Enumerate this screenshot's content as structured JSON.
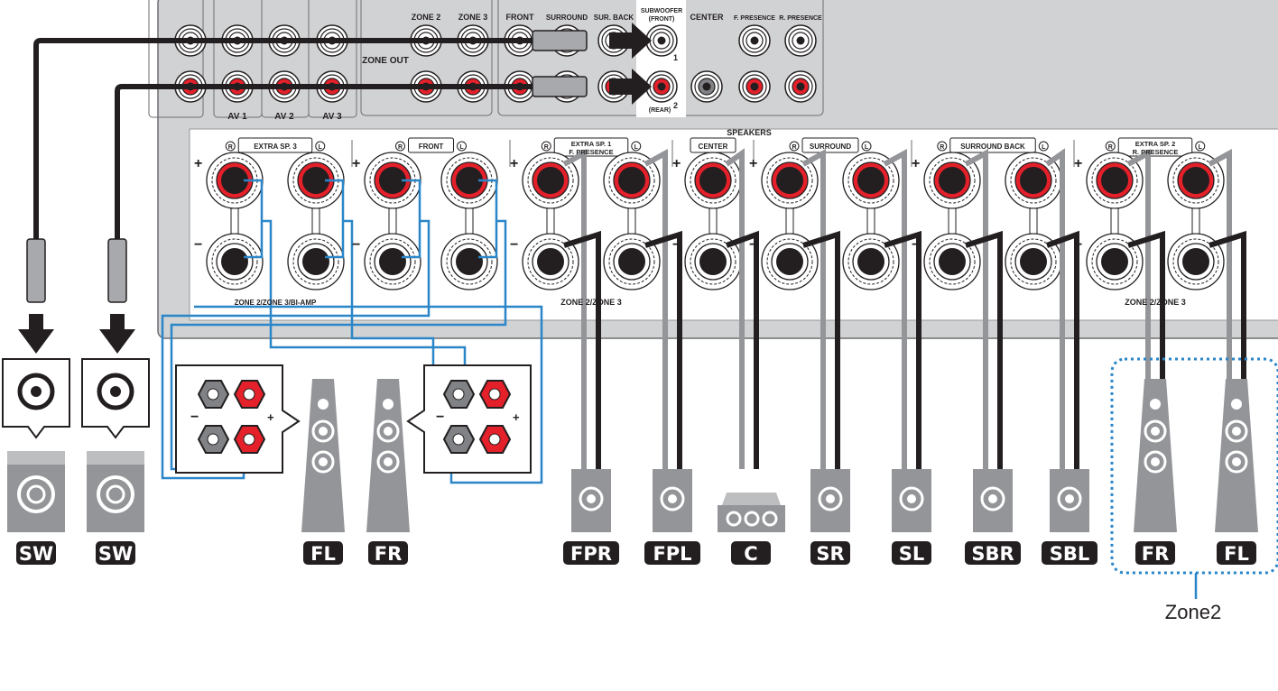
{
  "inputs": {
    "groups": [
      "AV 1",
      "AV 2",
      "AV 3"
    ],
    "zone_out": "ZONE OUT",
    "zone_out_jacks": [
      "ZONE 2",
      "ZONE 3"
    ],
    "pre_out_jacks": [
      "FRONT",
      "SURROUND",
      "SUR. BACK"
    ],
    "subwoofer": {
      "label": "SUBWOOFER",
      "front": "(FRONT)",
      "rear": "(REAR)",
      "num1": "1",
      "num2": "2"
    },
    "center": "CENTER",
    "f_presence": "F. PRESENCE",
    "r_presence": "R. PRESENCE"
  },
  "speakers_panel": {
    "title": "SPEAKERS",
    "r_mark": "R",
    "l_mark": "L",
    "plus": "+",
    "minus": "−",
    "groups": [
      {
        "label": "EXTRA SP. 3",
        "label2": ""
      },
      {
        "label": "FRONT",
        "label2": ""
      },
      {
        "label": "EXTRA SP. 1",
        "label2": "F. PRESENCE"
      },
      {
        "label": "CENTER",
        "label2": ""
      },
      {
        "label": "SURROUND",
        "label2": ""
      },
      {
        "label": "SURROUND BACK",
        "label2": ""
      },
      {
        "label": "EXTRA SP. 2",
        "label2": "R. PRESENCE"
      }
    ],
    "zone_labels": [
      "ZONE 2/ZONE 3/BI-AMP",
      "ZONE 2/ZONE 3",
      "ZONE 2/ZONE 3"
    ]
  },
  "bi_amp": {
    "minus": "−",
    "plus": "+"
  },
  "speakers": [
    "SW",
    "SW",
    "FL",
    "FR",
    "FPR",
    "FPL",
    "C",
    "SR",
    "SL",
    "SBR",
    "SBL",
    "FR",
    "FL"
  ],
  "zone_callout": "Zone2",
  "colors": {
    "panel": "#d1d2d4",
    "red": "#e4202a",
    "blue": "#2a86c8",
    "dark": "#231f20",
    "speaker": "#939598"
  }
}
